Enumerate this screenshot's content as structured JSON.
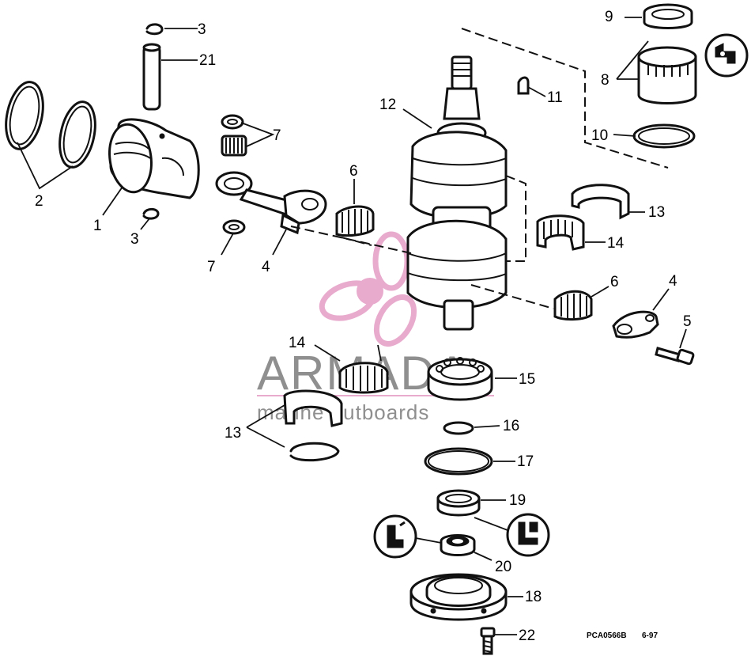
{
  "diagram": {
    "part_labels": [
      "1",
      "2",
      "3",
      "3",
      "4",
      "4",
      "5",
      "6",
      "6",
      "7",
      "7",
      "8",
      "9",
      "10",
      "11",
      "12",
      "13",
      "13",
      "14",
      "14",
      "15",
      "16",
      "17",
      "18",
      "19",
      "20",
      "21",
      "22"
    ],
    "code": "PCA0566B",
    "date": "6-97"
  },
  "watermark": {
    "brand": "ARMADA",
    "tagline": "marine outboards",
    "color": "#e7a6cb",
    "text_color": "#8a8a8a"
  },
  "icons": [
    "tool-icon",
    "sealant-icon",
    "lubricant-icon"
  ]
}
